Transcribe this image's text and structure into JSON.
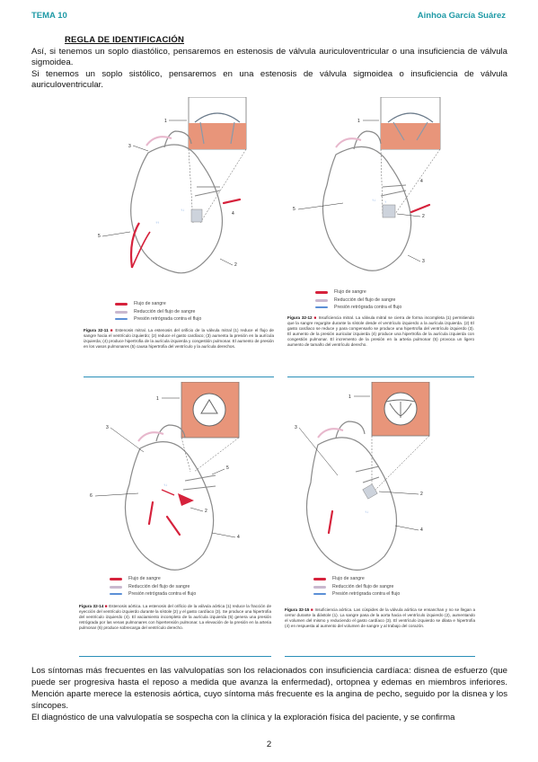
{
  "header": {
    "left": "TEMA 10",
    "right": "Ainhoa García Suárez"
  },
  "section_title": "REGLA DE IDENTIFICACIÓN",
  "paragraphs": [
    "Así, si tenemos un soplo diastólico, pensaremos en estenosis de válvula auriculoventricular o una insuficiencia de válvula sigmoidea.",
    "Si tenemos un soplo sistólico, pensaremos en una estenosis de válvula sigmoidea o insuficiencia de válvula auriculoventricular."
  ],
  "legend": {
    "flow": "Flujo de sangre",
    "reduced": "Reducción del flujo de sangre",
    "retro": "Presión retrógrada contra el flujo"
  },
  "figures": [
    {
      "number": "Figura 32-11",
      "caption": "Estenosis mitral. La estenosis del orificio de la válvula mitral (1) reduce el flujo de sangre hacia el ventrículo izquierdo; (2) reduce el gasto cardíaco; (3) aumenta la presión en la aurícula izquierda; (4) produce hipertrofia de la aurícula izquierda y congestión pulmonar. El aumento de presión en los vasos pulmonares (5) causa hipertrofia del ventrículo y la aurícula derechos.",
      "labels": [
        "1",
        "3",
        "4",
        "5",
        "2"
      ]
    },
    {
      "number": "Figura 32-12",
      "caption": "Insuficiencia mitral. La válvula mitral se cierra de forma incompleta (1) permitiendo que la sangre regurgite durante la sístole desde el ventrículo izquierdo a la aurícula izquierda. (2) El gasto cardíaco se reduce y para compensarlo se produce una hipertrofia del ventrículo izquierdo (3). El aumento de la presión auricular izquierda (4) produce una hipertrofia de la aurícula izquierda con congestión pulmonar. El incremento de la presión en la arteria pulmonar (5) provoca un ligero aumento de tamaño del ventrículo derecho.",
      "labels": [
        "1",
        "4",
        "5",
        "2",
        "3"
      ]
    },
    {
      "number": "Figura 32-14",
      "caption": "Estenosis aórtica. La estenosis del orificio de la válvula aórtica (1) reduce la fracción de eyección del ventrículo izquierdo durante la sístole (2) y el gasto cardíaco (3). Se produce una hipertrofia del ventrículo izquierdo (4). El vaciamiento incompleto de la aurícula izquierda (5) genera una presión retrógrada por las venas pulmonares con hipertensión pulmonar. La elevación de la presión en la arteria pulmonar (6) produce sobrecarga del ventrículo derecho.",
      "labels": [
        "1",
        "3",
        "5",
        "6",
        "2",
        "4"
      ]
    },
    {
      "number": "Figura 32-15",
      "caption": "Insuficiencia aórtica. Las cúspides de la válvula aórtica se ensanchan y no se llegan a cerrar durante la diástole (1). La sangre pasa de la aorta hacia el ventrículo izquierdo (2), aumentando el volumen del mismo y reduciendo el gasto cardíaco (3). El ventrículo izquierdo se dilata e hipertrofia (4) en respuesta al aumento del volumen de sangre y al trabajo del corazón.",
      "labels": [
        "1",
        "3",
        "2",
        "4"
      ]
    }
  ],
  "body": [
    "Los síntomas más frecuentes en las valvulopatías son los relacionados con insuficiencia cardíaca: disnea de esfuerzo (que puede ser progresiva hasta el reposo a medida que avanza la enfermedad), ortopnea y edemas en miembros inferiores. Mención aparte merece la estenosis aórtica, cuyo síntoma más frecuente es la angina de pecho, seguido por la disnea y los síncopes.",
    "El diagnóstico de una valvulopatía se sospecha con la clínica y la exploración física del paciente, y se confirma"
  ],
  "page_number": "2",
  "colors": {
    "accent": "#1f9aa6",
    "flow": "#d6223c",
    "reduced": "#c9b8cf",
    "retro": "#5b8fd6",
    "rule": "#2a8fb8"
  }
}
